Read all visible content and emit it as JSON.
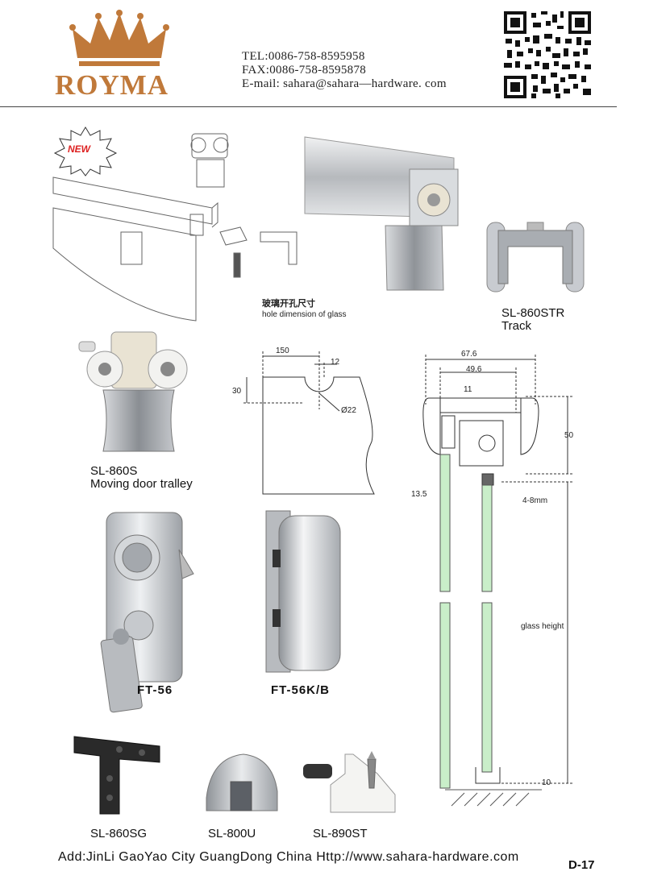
{
  "header": {
    "brand": "ROYMA",
    "tel": "TEL:0086-758-8595958",
    "fax": "FAX:0086-758-8595878",
    "email": "E-mail: sahara@sahara—hardware. com"
  },
  "badge": {
    "new": "NEW"
  },
  "labels": {
    "hole_cn": "玻璃开孔尺寸",
    "hole_en": "hole dimension of  glass",
    "track_code": "SL-860STR",
    "track_name": "Track",
    "trolley_code": "SL-860S",
    "trolley_name": "Moving door tralley",
    "ft56": "FT-56",
    "ft56kb": "FT-56K/B",
    "sl860sg": "SL-860SG",
    "sl800u": "SL-800U",
    "sl890st": "SL-890ST"
  },
  "hole_dims": {
    "d150": "150",
    "d12": "12",
    "d30": "30",
    "d22": "Ø22"
  },
  "section_dims": {
    "d676": "67.6",
    "d496": "49.6",
    "d11": "11",
    "d50": "50",
    "d135": "13.5",
    "d48": "4-8mm",
    "glass_height": "glass height",
    "d10": "10"
  },
  "footer": {
    "address": "Add:JinLi GaoYao City GuangDong China  Http://www.sahara-hardware.com",
    "page": "D-17"
  },
  "colors": {
    "brand": "#c0793a",
    "glass": "#c9eec9",
    "steel": "#b9bcc0",
    "nylon": "#e9e3d3"
  }
}
